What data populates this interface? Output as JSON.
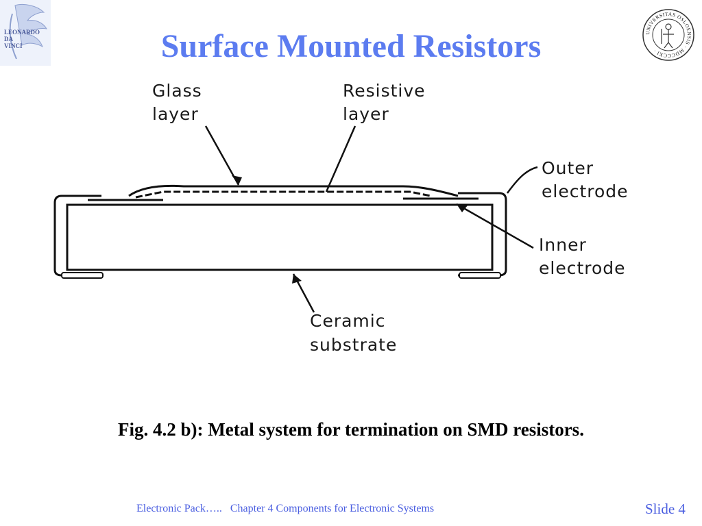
{
  "slide": {
    "title": "Surface Mounted Resistors",
    "left_logo_lines": [
      "LEONARDO",
      "DA",
      "VINCI"
    ],
    "right_seal_text": "UNIVERSITAS OSLOENSIS · MDCCCXI ·",
    "diagram": {
      "labels": {
        "glass": [
          "Glass",
          "layer"
        ],
        "resistive": [
          "Resistive",
          "layer"
        ],
        "outer": [
          "Outer",
          "electrode"
        ],
        "inner": [
          "Inner",
          "electrode"
        ],
        "ceramic": [
          "Ceramic",
          "substrate"
        ]
      }
    },
    "caption": "Fig. 4.2 b): Metal system for termination on SMD resistors.",
    "footer": {
      "left_text": "Electronic Pack…..   Chapter 4 Components for Electronic Systems",
      "slide_number": "Slide 4"
    }
  }
}
